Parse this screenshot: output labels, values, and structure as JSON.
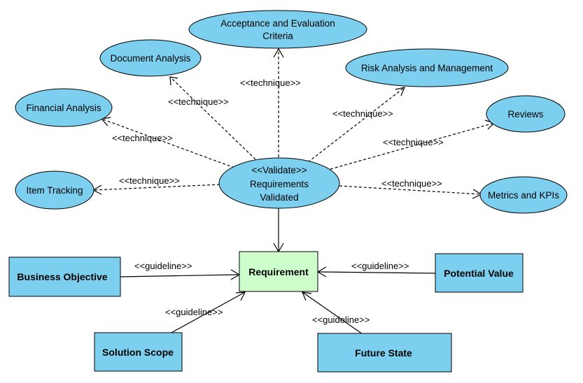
{
  "colors": {
    "ellipse_fill": "#7dcfef",
    "box_fill": "#7dcfef",
    "requirement_fill": "#ccffcc",
    "stroke": "#000000"
  },
  "center": {
    "stereotype": "<<Validate>>",
    "line1": "Requirements",
    "line2": "Validated"
  },
  "techniques": {
    "acceptance_line1": "Acceptance and Evaluation",
    "acceptance_line2": "Criteria",
    "document_analysis": "Document Analysis",
    "risk_analysis": "Risk Analysis and Management",
    "financial_analysis": "Financial Analysis",
    "reviews": "Reviews",
    "item_tracking": "Item Tracking",
    "metrics_kpis": "Metrics and KPIs"
  },
  "boxes": {
    "requirement": "Requirement",
    "business_objective": "Business Objective",
    "potential_value": "Potential Value",
    "solution_scope": "Solution Scope",
    "future_state": "Future State"
  },
  "edge_labels": {
    "technique": "<<technique>>",
    "guideline": "<<guideline>>"
  }
}
